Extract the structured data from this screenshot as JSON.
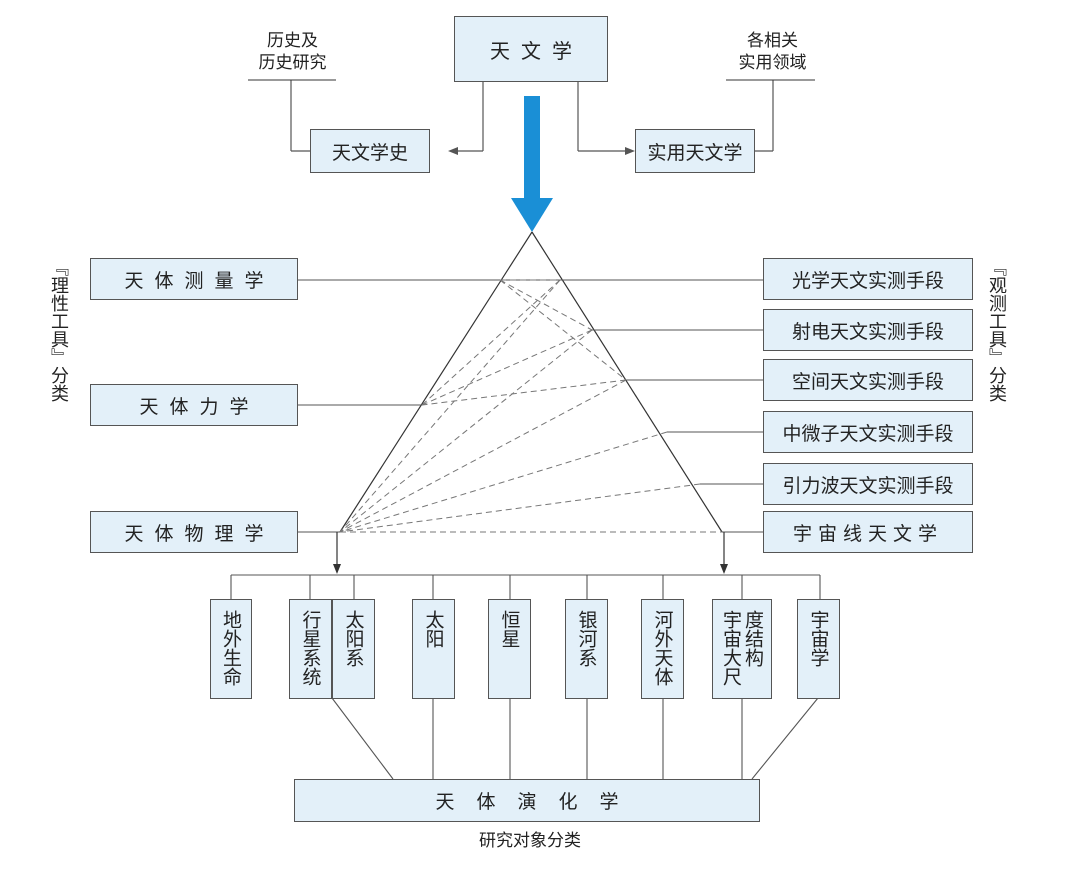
{
  "top": {
    "astronomy": "天文学",
    "history_source": "历史及\n历史研究",
    "practical_source": "各相关\n实用领域",
    "history_of_astronomy": "天文学史",
    "practical_astronomy": "实用天文学"
  },
  "left_branches": [
    "天体测量学",
    "天体力学",
    "天体物理学"
  ],
  "right_methods": [
    "光学天文实测手段",
    "射电天文实测手段",
    "空间天文实测手段",
    "中微子天文实测手段",
    "引力波天文实测手段",
    "宇宙线天文学"
  ],
  "left_side_label": "『理性工具』分类",
  "right_side_label": "『观测工具』分类",
  "objects": [
    {
      "label": "地外生命"
    },
    {
      "label": "行星系统"
    },
    {
      "label": "太阳系"
    },
    {
      "label": "太阳"
    },
    {
      "label": "恒星"
    },
    {
      "label": "银河系"
    },
    {
      "label": "河外天体"
    },
    {
      "label": "宇宙大尺",
      "label2": "度结构"
    },
    {
      "label": "宇宙学"
    }
  ],
  "evolution": "天体演化学",
  "bottom_caption": "研究对象分类",
  "colors": {
    "box_fill": "#e3f0f9",
    "arrow": "#1a8fd6",
    "line": "#555555"
  }
}
